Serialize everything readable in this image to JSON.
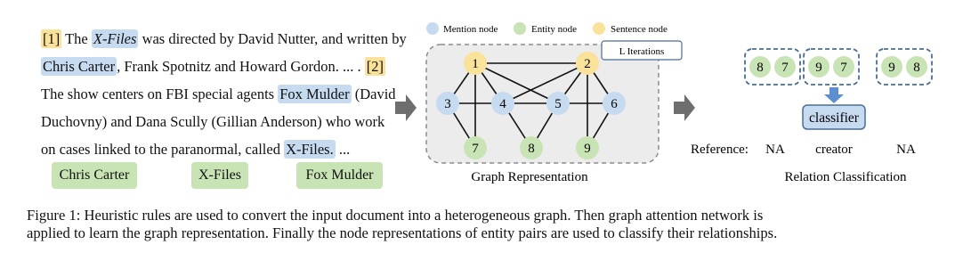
{
  "document": {
    "lines": [
      [
        {
          "t": "[1]",
          "s": "yellow"
        },
        {
          "t": " The "
        },
        {
          "t": "X-Files",
          "s": "blue",
          "i": true
        },
        {
          "t": " was directed by David Nutter, and written by"
        }
      ],
      [
        {
          "t": "Chris Carter",
          "s": "blue"
        },
        {
          "t": ", Frank Spotnitz and Howard Gordon. ... . "
        },
        {
          "t": "[2]",
          "s": "yellow"
        }
      ],
      [
        {
          "t": "The show centers on FBI special agents "
        },
        {
          "t": "Fox Mulder",
          "s": "blue"
        },
        {
          "t": " (David"
        }
      ],
      [
        {
          "t": "Duchovny) and Dana Scully (Gillian Anderson) who work"
        }
      ],
      [
        {
          "t": "on cases linked to the paranormal, called "
        },
        {
          "t": "X-Files.",
          "s": "blue"
        },
        {
          "t": " ..."
        }
      ]
    ],
    "entities": [
      "Chris Carter",
      "X-Files",
      "Fox Mulder"
    ]
  },
  "graph": {
    "legend": {
      "mention": "Mention node",
      "entity": "Entity node",
      "sentence": "Sentence node"
    },
    "iterations_label": "L  Iterations",
    "title": "Graph Representation",
    "nodes": [
      "1",
      "2",
      "3",
      "4",
      "5",
      "6",
      "7",
      "8",
      "9"
    ]
  },
  "classification": {
    "pairs": [
      [
        "8",
        "7"
      ],
      [
        "9",
        "7"
      ],
      [
        "9",
        "8"
      ]
    ],
    "classifier_label": "classifier",
    "reference_label": "Reference:",
    "references": [
      "NA",
      "creator",
      "NA"
    ],
    "title": "Relation Classification"
  },
  "caption": [
    "Figure 1: Heuristic rules are used to convert the input document into a heterogeneous graph. Then graph attention network is",
    "applied to learn the graph representation. Finally the node representations of entity pairs are used to classify their relationships."
  ],
  "colors": {
    "mention": "#c6daf0",
    "entity": "#c8e3b4",
    "sentence": "#fbe29a",
    "arrow": "#6e6e6e",
    "dash": "#4a6e96",
    "classifier_arrow": "#5b8fd0"
  }
}
